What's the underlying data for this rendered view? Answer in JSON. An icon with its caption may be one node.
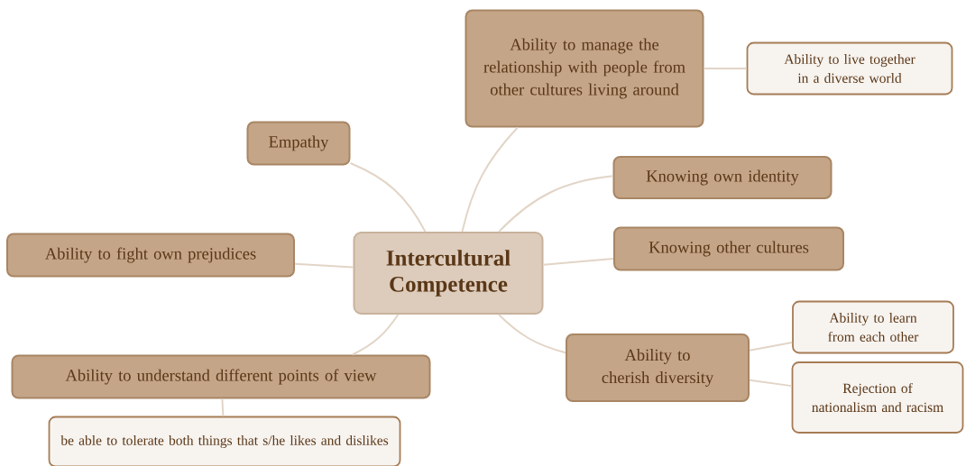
{
  "diagram": {
    "nodes": [
      {
        "text": [
          "Intercultural Competence"
        ]
      },
      {
        "text": [
          "Ability to manage the relationship with people from other cultures living around"
        ]
      },
      {
        "text": [
          "Ability to live together in a diverse world"
        ]
      },
      {
        "text": [
          "Empathy"
        ]
      },
      {
        "text": [
          "Knowing own identity"
        ]
      },
      {
        "text": [
          "Ability to fight own prejudices"
        ]
      },
      {
        "text": [
          "Knowing other cultures"
        ]
      },
      {
        "text": [
          "Ability to cherish diversity"
        ]
      },
      {
        "text": [
          "Ability to learn from each other"
        ]
      },
      {
        "text": [
          "Rejection of nationalism and racism"
        ]
      },
      {
        "text": [
          "Ability to understand different points of view"
        ]
      },
      {
        "text": [
          "be able to tolerate both things  that s/he likes and dislikes"
        ]
      }
    ],
    "edges": [
      {
        "from": 0,
        "to": 1,
        "arrow": "none"
      },
      {
        "from": 0,
        "to": 3,
        "arrow": "none"
      },
      {
        "from": 0,
        "to": 4,
        "arrow": "none"
      },
      {
        "from": 0,
        "to": 5,
        "arrow": "none"
      },
      {
        "from": 0,
        "to": 6,
        "arrow": "none"
      },
      {
        "from": 0,
        "to": 7,
        "arrow": "none"
      },
      {
        "from": 0,
        "to": 10,
        "arrow": "none"
      },
      {
        "from": 1,
        "to": 2,
        "arrow": "none"
      },
      {
        "from": 7,
        "to": 8,
        "arrow": "none"
      },
      {
        "from": 7,
        "to": 9,
        "arrow": "none"
      },
      {
        "from": 10,
        "to": 11,
        "arrow": "none"
      }
    ]
  }
}
